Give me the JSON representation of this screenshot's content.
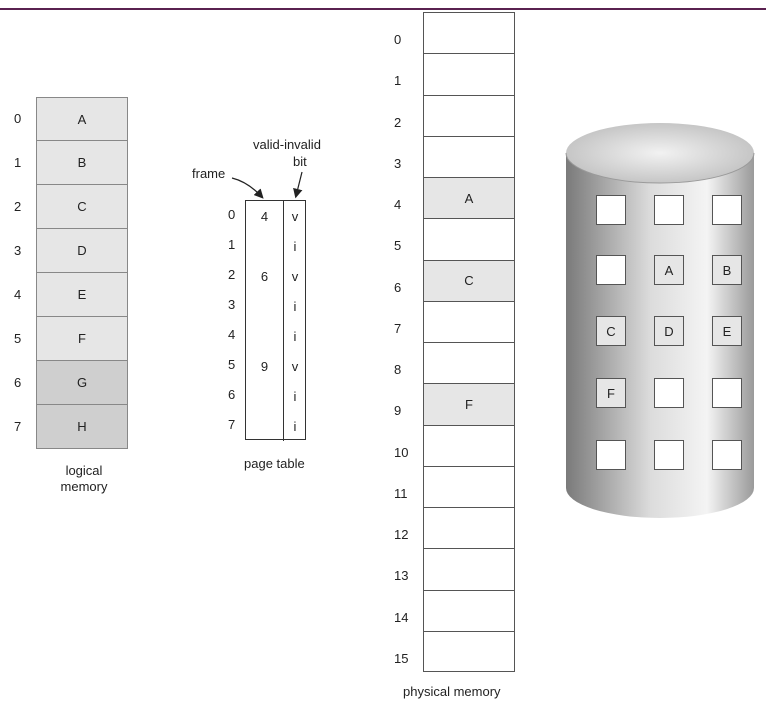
{
  "colors": {
    "shade_light": "#e6e6e6",
    "shade_dark": "#cfcfcf",
    "border": "#555555",
    "rule": "#5a2150"
  },
  "logical_memory": {
    "label_line1": "logical",
    "label_line2": "memory",
    "pages": [
      {
        "index": "0",
        "content": "A"
      },
      {
        "index": "1",
        "content": "B"
      },
      {
        "index": "2",
        "content": "C"
      },
      {
        "index": "3",
        "content": "D"
      },
      {
        "index": "4",
        "content": "E"
      },
      {
        "index": "5",
        "content": "F"
      },
      {
        "index": "6",
        "content": "G"
      },
      {
        "index": "7",
        "content": "H"
      }
    ]
  },
  "page_table": {
    "label": "page table",
    "frame_label": "frame",
    "valid_label_line1": "valid-invalid",
    "valid_label_line2": "bit",
    "entries": [
      {
        "index": "0",
        "frame": "4",
        "bit": "v"
      },
      {
        "index": "1",
        "frame": "",
        "bit": "i"
      },
      {
        "index": "2",
        "frame": "6",
        "bit": "v"
      },
      {
        "index": "3",
        "frame": "",
        "bit": "i"
      },
      {
        "index": "4",
        "frame": "",
        "bit": "i"
      },
      {
        "index": "5",
        "frame": "9",
        "bit": "v"
      },
      {
        "index": "6",
        "frame": "",
        "bit": "i"
      },
      {
        "index": "7",
        "frame": "",
        "bit": "i"
      }
    ]
  },
  "physical_memory": {
    "label": "physical memory",
    "frames": [
      {
        "index": "0",
        "content": ""
      },
      {
        "index": "1",
        "content": ""
      },
      {
        "index": "2",
        "content": ""
      },
      {
        "index": "3",
        "content": ""
      },
      {
        "index": "4",
        "content": "A"
      },
      {
        "index": "5",
        "content": ""
      },
      {
        "index": "6",
        "content": "C"
      },
      {
        "index": "7",
        "content": ""
      },
      {
        "index": "8",
        "content": ""
      },
      {
        "index": "9",
        "content": "F"
      },
      {
        "index": "10",
        "content": ""
      },
      {
        "index": "11",
        "content": ""
      },
      {
        "index": "12",
        "content": ""
      },
      {
        "index": "13",
        "content": ""
      },
      {
        "index": "14",
        "content": ""
      },
      {
        "index": "15",
        "content": ""
      }
    ]
  },
  "backing_store": {
    "rows": [
      [
        "",
        "",
        ""
      ],
      [
        "",
        "A",
        "B"
      ],
      [
        "C",
        "D",
        "E"
      ],
      [
        "F",
        "",
        ""
      ],
      [
        "",
        "",
        ""
      ]
    ]
  }
}
